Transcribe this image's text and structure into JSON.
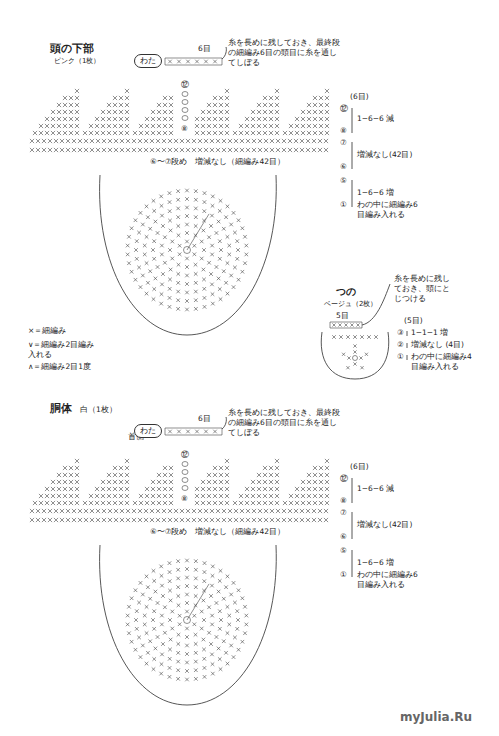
{
  "diagram": {
    "nodes": [
      {
        "text": [
          "わた"
        ]
      },
      {
        "text": [
          "わた"
        ]
      }
    ],
    "labels": [
      "頭の下部",
      "ピンク（1枚）",
      "6目",
      "糸を長めに残しておき、最終段の細編み6目の頭目に糸を通してしぼる",
      "⑥〜⑦段め　増減なし（細編み42目）",
      "(6目)",
      "⑫",
      "1−6−6 減",
      "⑧",
      "⑦",
      "増減なし(42目)",
      "⑥",
      "⑤",
      "1−6−6 増",
      "①",
      "わの中に細編み6目編み入れる",
      "⑫",
      "⑧",
      "×＝細編み",
      "∨＝細編み2目編み入れる",
      "∧＝細編み2目1度",
      "つの",
      "ベージュ（2枚）",
      "5目",
      "糸を長めに残しておき、頭にとじつける",
      "(5目)",
      "③",
      "1−1−1 増",
      "②",
      "増減なし (4目)",
      "①",
      "わの中に細編み4目編み入れる",
      "胴体",
      "白（1枚）",
      "6目",
      "糸を長めに残しておき、最終段の細編み6目の頭目に糸を通してしぼる",
      "首側",
      "⑥〜⑦段め　増減なし（細編み42目）",
      "(6目)",
      "⑫",
      "1−6−6 減",
      "⑧",
      "⑦",
      "増減なし(42目)",
      "⑥",
      "⑤",
      "1−6−6 増",
      "①",
      "わの中に細編み6目編み入れる",
      "⑫",
      "⑧",
      "myJulia.Ru"
    ]
  }
}
